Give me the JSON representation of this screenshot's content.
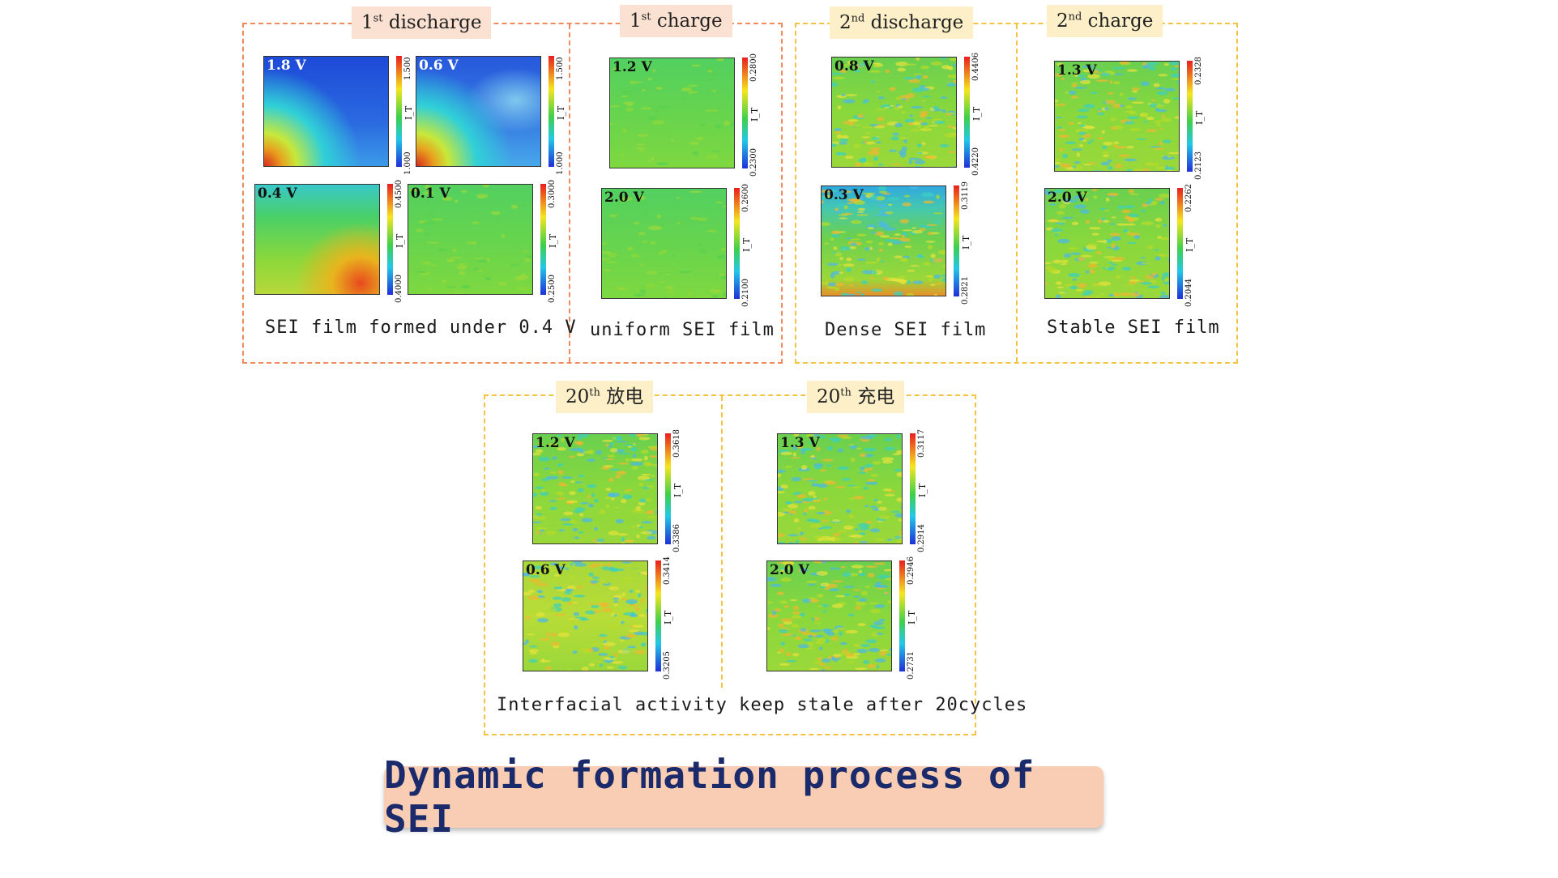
{
  "title": "Dynamic formation process of SEI",
  "colors": {
    "orange_border": "#f08a5a",
    "yellow_border": "#f5c242",
    "orange_tab": "#fbe1d1",
    "yellow_tab": "#fdf0c8",
    "title_bg": "#f8cdb3",
    "title_text": "#1b2a6a"
  },
  "colorbar_label": "I_T",
  "sections": [
    {
      "id": "s1",
      "tab_main": "1",
      "tab_sup": "st",
      "tab_text": " discharge",
      "caption": "SEI film formed under 0.4 V"
    },
    {
      "id": "s2",
      "tab_main": "1",
      "tab_sup": "st",
      "tab_text": " charge",
      "caption": "uniform SEI film"
    },
    {
      "id": "s3",
      "tab_main": "2",
      "tab_sup": "nd",
      "tab_text": " discharge",
      "caption": "Dense SEI film"
    },
    {
      "id": "s4",
      "tab_main": "2",
      "tab_sup": "nd",
      "tab_text": " charge",
      "caption": "Stable SEI film"
    },
    {
      "id": "s5",
      "tab_main": "20",
      "tab_sup": "th",
      "tab_text": " 放电",
      "caption": ""
    },
    {
      "id": "s6",
      "tab_main": "20",
      "tab_sup": "th",
      "tab_text": " 充电",
      "caption": ""
    }
  ],
  "bottom_caption": "Interfacial activity keep stale after 20cycles",
  "maps": [
    {
      "voltage": "1.8 V",
      "max": "1.500",
      "min": "1.000",
      "style": "blue-corner"
    },
    {
      "voltage": "0.6 V",
      "max": "1.500",
      "min": "1.000",
      "style": "blue-corner-light"
    },
    {
      "voltage": "0.4 V",
      "max": "0.4500",
      "min": "0.4000",
      "style": "green-hot"
    },
    {
      "voltage": "0.1 V",
      "max": "0.3000",
      "min": "0.2500",
      "style": "green"
    },
    {
      "voltage": "1.2 V",
      "max": "0.2800",
      "min": "0.2300",
      "style": "green"
    },
    {
      "voltage": "2.0 V",
      "max": "0.2600",
      "min": "0.2100",
      "style": "green"
    },
    {
      "voltage": "0.8 V",
      "max": "0.4406",
      "min": "0.4220",
      "style": "noisy"
    },
    {
      "voltage": "0.3 V",
      "max": "0.3119",
      "min": "0.2821",
      "style": "noisy-top-blue"
    },
    {
      "voltage": "1.3 V",
      "max": "0.2328",
      "min": "0.2123",
      "style": "noisy"
    },
    {
      "voltage": "2.0 V",
      "max": "0.2262",
      "min": "0.2044",
      "style": "noisy"
    },
    {
      "voltage": "1.2 V",
      "max": "0.3618",
      "min": "0.3386",
      "style": "noisy"
    },
    {
      "voltage": "0.6 V",
      "max": "0.3414",
      "min": "0.3205",
      "style": "noisy-yellow"
    },
    {
      "voltage": "1.3 V",
      "max": "0.3117",
      "min": "0.2914",
      "style": "noisy"
    },
    {
      "voltage": "2.0 V",
      "max": "0.2946",
      "min": "0.2731",
      "style": "noisy"
    }
  ]
}
